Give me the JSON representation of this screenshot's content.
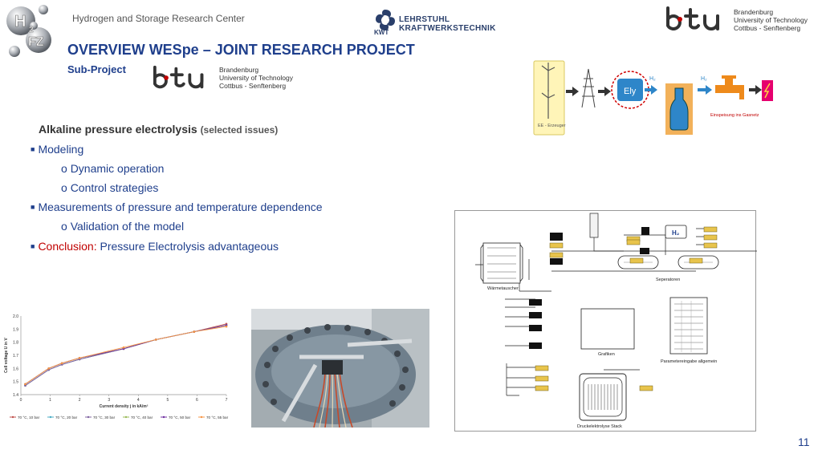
{
  "header": {
    "center_name": "Hydrogen and Storage Research Center",
    "kwt_line1": "LEHRSTUHL",
    "kwt_line2": "KRAFTWERKSTECHNIK",
    "kwt_badge": "KWT",
    "btu_line1": "Brandenburg",
    "btu_line2": "University of Technology",
    "btu_line3": "Cottbus - Senftenberg",
    "logo_h": "H",
    "logo_fz": "FZ",
    "logo_2": "2"
  },
  "title": "OVERVIEW WESpe – JOINT RESEARCH PROJECT",
  "subtitle": "Sub-Project",
  "content": {
    "heading": "Alkaline pressure electrolysis",
    "heading_note": "(selected issues)",
    "bullet1": "Modeling",
    "sub1": "Dynamic operation",
    "sub2": "Control strategies",
    "bullet2": "Measurements of pressure and temperature dependence",
    "sub3": "Validation of the model",
    "conclusion_label": "Conclusion:",
    "conclusion_text": "Pressure Electrolysis advantageous",
    "bullet_glyph": "■",
    "sub_glyph": "o"
  },
  "process": {
    "ee_label": "EE - Erzeuger",
    "ely_label": "Ely",
    "h2_label_1": "H₂",
    "h2_label_2": "H₂",
    "feed_label": "Einspeisung ins Gasnetz"
  },
  "simulation": {
    "heat_exchanger": "Wärmetauscher",
    "separators": "Seperatoren",
    "graphics": "Grafiken",
    "params": "Parametereingabe allgemein",
    "stack": "Druckelektrolyse Stack",
    "h2_box": "H₂"
  },
  "chart_data": {
    "type": "line",
    "xlabel": "Current density j in kA/m²",
    "ylabel": "Cell voltage U in V",
    "xlim": [
      0,
      7
    ],
    "ylim": [
      1.4,
      2.0
    ],
    "xticks": [
      "0",
      "1",
      "2",
      "3",
      "4",
      "5",
      "6",
      "7"
    ],
    "yticks": [
      "1.4",
      "1.5",
      "1.6",
      "1.7",
      "1.8",
      "1.9",
      "2.0"
    ],
    "x": [
      0.15,
      0.95,
      1.4,
      2.0,
      3.5,
      4.6,
      5.9,
      7.0
    ],
    "series": [
      {
        "name": "70 °C, 10 bar",
        "color": "#c0504d",
        "values": [
          1.47,
          1.59,
          1.63,
          1.67,
          1.75,
          1.82,
          1.88,
          1.94
        ]
      },
      {
        "name": "70 °C, 20 bar",
        "color": "#4bacc6",
        "values": [
          1.47,
          1.59,
          1.63,
          1.67,
          1.75,
          1.82,
          1.88,
          1.93
        ]
      },
      {
        "name": "70 °C, 30 bar",
        "color": "#8064a2",
        "values": [
          1.47,
          1.59,
          1.63,
          1.67,
          1.75,
          1.82,
          1.88,
          1.93
        ]
      },
      {
        "name": "70 °C, 40 bar",
        "color": "#9bbb59",
        "values": [
          1.48,
          1.6,
          1.64,
          1.68,
          1.75,
          1.82,
          1.88,
          1.93
        ]
      },
      {
        "name": "70 °C, 50 bar",
        "color": "#7030a0",
        "values": [
          1.48,
          1.6,
          1.64,
          1.68,
          1.75,
          1.82,
          1.88,
          1.93
        ]
      },
      {
        "name": "70 °C, 55 bar",
        "color": "#f79646",
        "values": [
          1.48,
          1.6,
          1.64,
          1.68,
          1.76,
          1.82,
          1.88,
          1.92
        ]
      }
    ],
    "legend": "bottom"
  },
  "page_number": "11",
  "colors": {
    "accent": "#1f3f8c",
    "highlight": "#c00000"
  }
}
